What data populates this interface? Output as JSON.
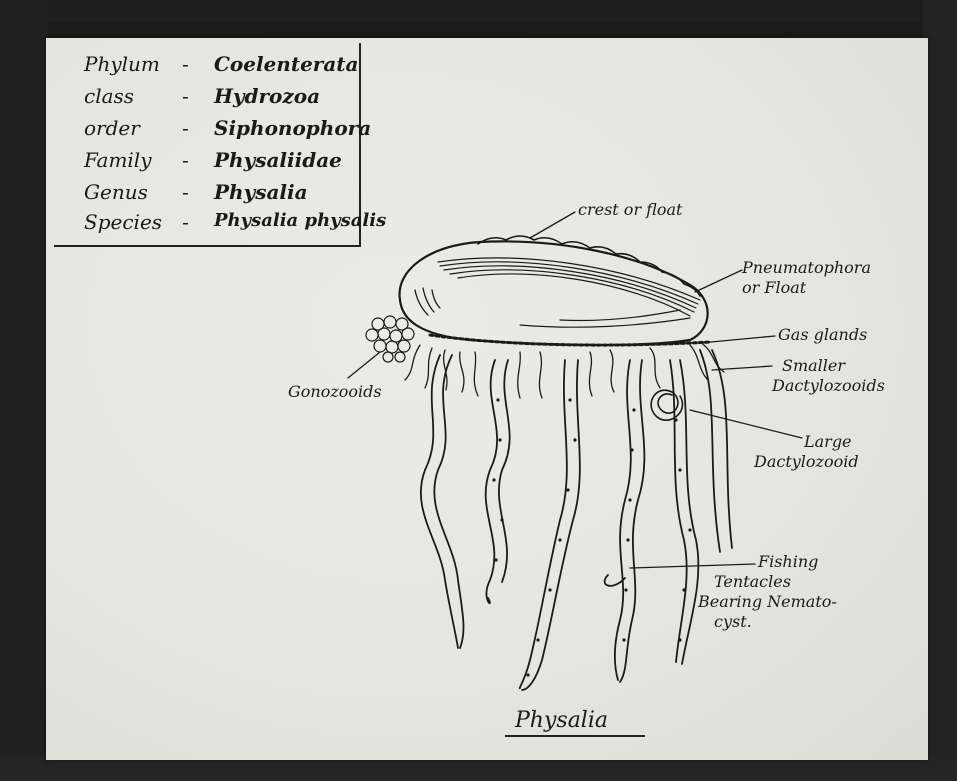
{
  "taxonomy": [
    {
      "rank": "Phylum",
      "dash": "-",
      "name": "Coelenterata"
    },
    {
      "rank": "class",
      "dash": "-",
      "name": "Hydrozoa"
    },
    {
      "rank": "order",
      "dash": "-",
      "name": "Siphonophora"
    },
    {
      "rank": "Family",
      "dash": "-",
      "name": "Physaliidae"
    },
    {
      "rank": "Genus",
      "dash": "-",
      "name": "Physalia"
    },
    {
      "rank": "Species",
      "dash": "-",
      "name": "Physalia physalis"
    }
  ],
  "labels": {
    "crest": "crest or float",
    "pneumatophora_1": "Pneumatophora",
    "pneumatophora_2": "or Float",
    "gas_glands": "Gas glands",
    "smaller_1": "Smaller",
    "smaller_2": "Dactylozooids",
    "gonozooids": "Gonozooids",
    "large_1": "Large",
    "large_2": "Dactylozooid",
    "fishing_1": "Fishing",
    "fishing_2": "Tentacles",
    "fishing_3": "Bearing Nemato-",
    "fishing_4": "cyst."
  },
  "title": "Physalia"
}
